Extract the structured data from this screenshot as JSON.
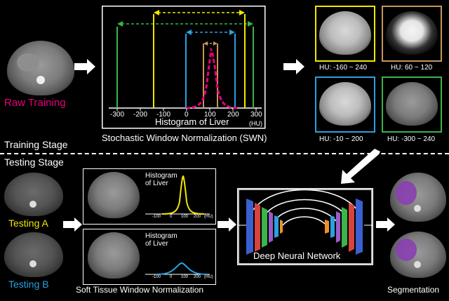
{
  "training": {
    "raw_label": "Raw Training",
    "stage_label": "Training Stage",
    "swn_label": "Stochastic Window Normalization (SWN)",
    "histogram_title": "Histogram of Liver",
    "axis_ticks": [
      "-300",
      "-200",
      "-100",
      "0",
      "100",
      "200",
      "300"
    ],
    "axis_unit": "(HU)",
    "windows": [
      {
        "label": "HU: -160 ~ 240",
        "color": "#f2e600"
      },
      {
        "label": "HU: 60 ~ 120",
        "color": "#c8955a"
      },
      {
        "label": "HU: -10 ~ 200",
        "color": "#2aa0e0"
      },
      {
        "label": "HU: -300 ~ 240",
        "color": "#39b54a"
      }
    ]
  },
  "testing": {
    "stage_label": "Testing Stage",
    "case_a_label": "Testing A",
    "case_b_label": "Testing B",
    "case_a_color": "#f2e600",
    "case_b_color": "#2aa0e0",
    "hist_title_line1": "Histogram",
    "hist_title_line2": "of Liver",
    "mini_ticks": [
      "-100",
      "0",
      "100",
      "200"
    ],
    "mini_unit": "(HU)",
    "stwn_label": "Soft Tissue Window Normalization",
    "dnn_label": "Deep Neural Network",
    "segmentation_label": "Segmentation"
  },
  "colors": {
    "raw_label": "#e8007c",
    "gaussian": "#e8007c",
    "liver_overlay": "#8a3fb0"
  }
}
